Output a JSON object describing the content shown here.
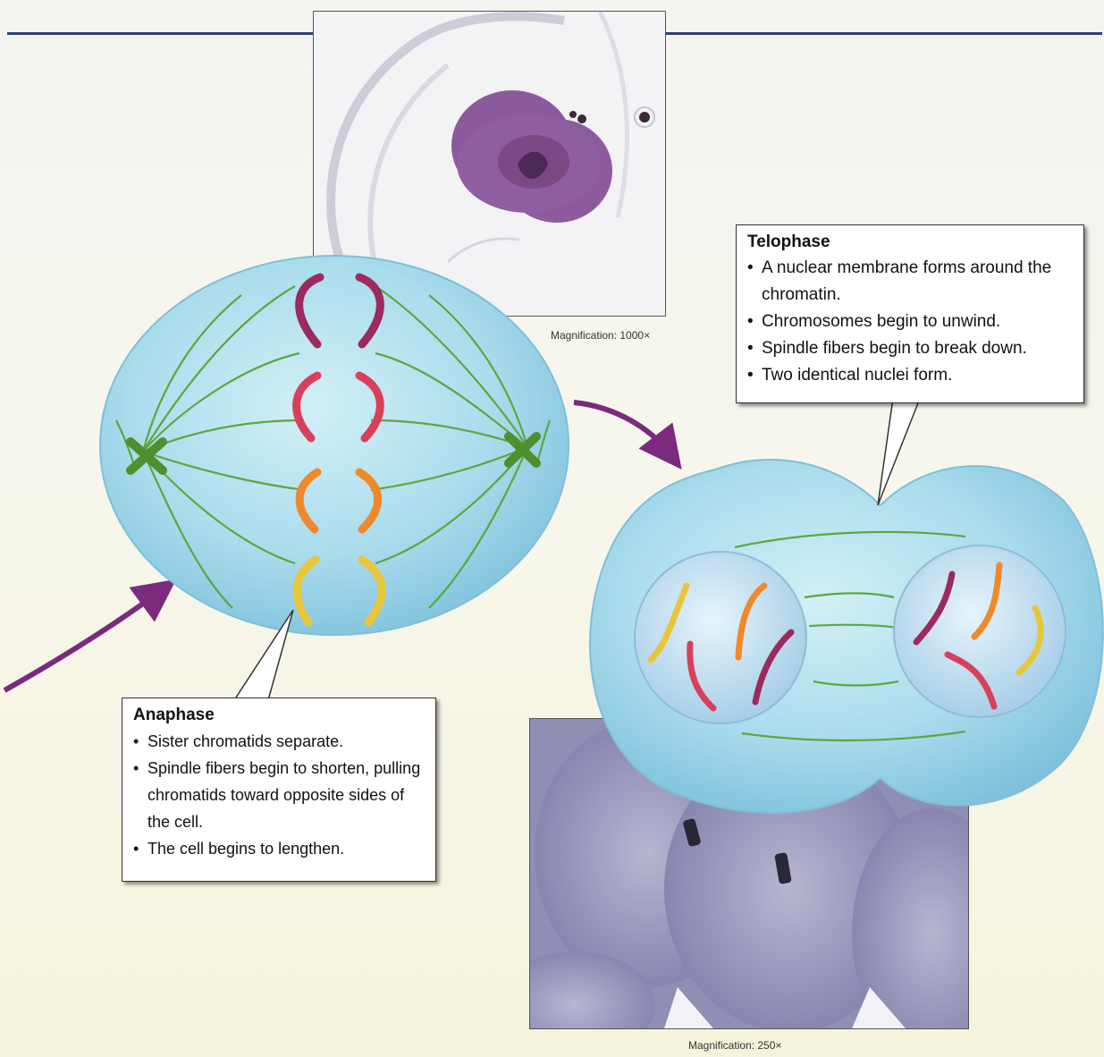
{
  "stages": {
    "anaphase": {
      "title": "Anaphase",
      "bullets": [
        "Sister chromatids separate.",
        "Spindle fibers begin to shorten, pulling chromatids toward opposite sides of the cell.",
        "The cell begins to lengthen."
      ]
    },
    "telophase": {
      "title": "Telophase",
      "bullets": [
        "A nuclear membrane forms around the chromatin.",
        "Chromosomes begin to unwind.",
        "Spindle fibers begin to break down.",
        "Two identical nuclei form."
      ]
    }
  },
  "photos": {
    "top": {
      "magnification": "Magnification: 1000×"
    },
    "bottom": {
      "magnification": "Magnification: 250×"
    }
  },
  "colors": {
    "cell_fill": "#a8dcec",
    "spindle": "#5aa83c",
    "centriole": "#4e8f2e",
    "arrow": "#7b2a7d",
    "rule": "#2f3f79",
    "chromosome_purple": "#9b2a5e",
    "chromosome_red": "#d8405a",
    "chromosome_orange": "#ee8a2a",
    "chromosome_yellow": "#e8c63a"
  }
}
